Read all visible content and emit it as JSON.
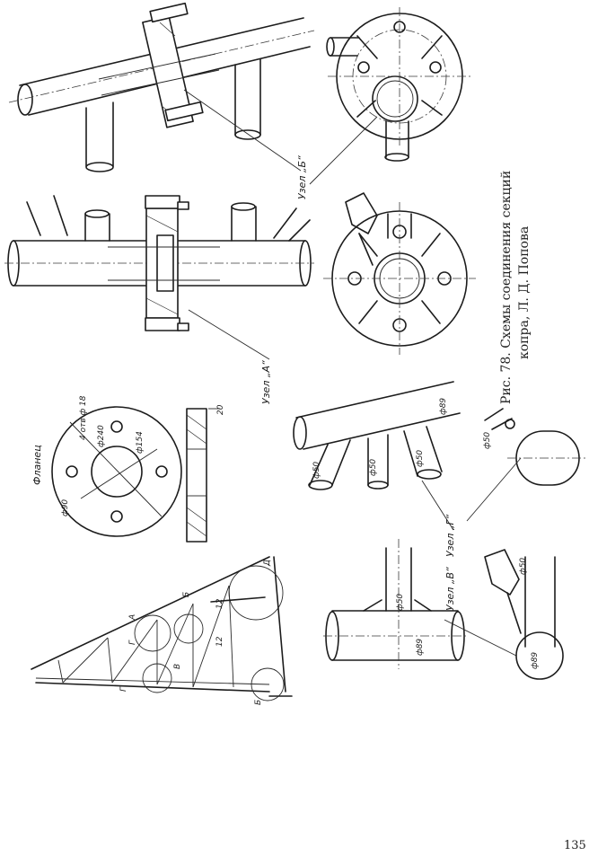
{
  "caption": {
    "line1": "Рис. 78. Схемы соединения секций",
    "line2": "копра, Л. Д. Попова"
  },
  "page_number": "135",
  "flange": {
    "title": "Фланец",
    "holes_note": "4 отв ф 18",
    "dims": [
      "ф240",
      "ф154",
      "ф90",
      "20"
    ]
  },
  "nodes": {
    "A": "Узел „А“",
    "B": "Узел „Б“",
    "V": "Узел „В“",
    "G": "Узел „Г“"
  },
  "tube_dims": {
    "node_v": [
      "ф50",
      "ф89",
      "ф50",
      "ф89"
    ],
    "node_g": [
      "ф89",
      "ф50",
      "ф50",
      "ф50",
      "ф50"
    ]
  },
  "tower_labels": [
    "Г",
    "В",
    "А",
    "Б",
    "Д",
    "Б",
    "Г",
    "12",
    "12"
  ]
}
